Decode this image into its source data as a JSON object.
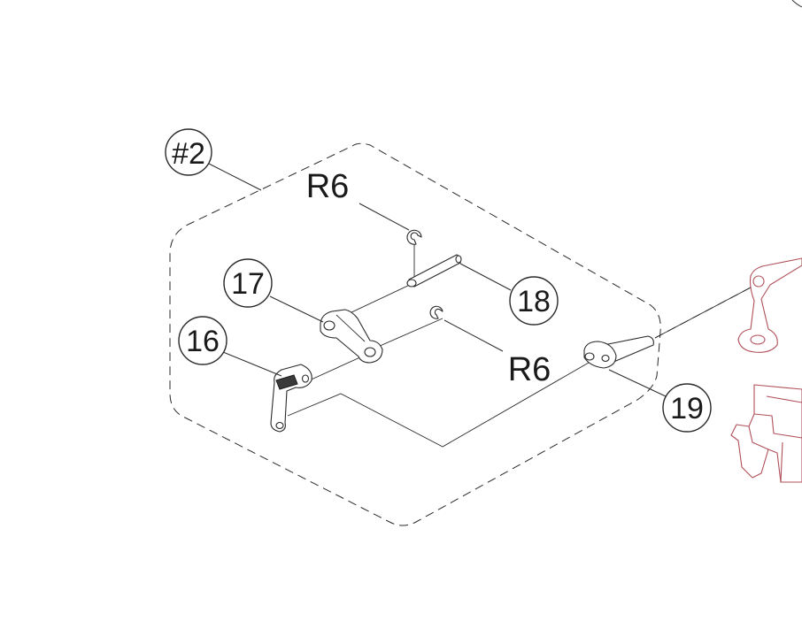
{
  "diagram": {
    "group_label": "#2",
    "callouts": {
      "r6_top": "R6",
      "r6_mid": "R6",
      "p16": "16",
      "p17": "17",
      "p18": "18",
      "p19": "19"
    },
    "colors": {
      "line": "#2a2a2a",
      "adjacent_part": "#b0505a"
    }
  }
}
